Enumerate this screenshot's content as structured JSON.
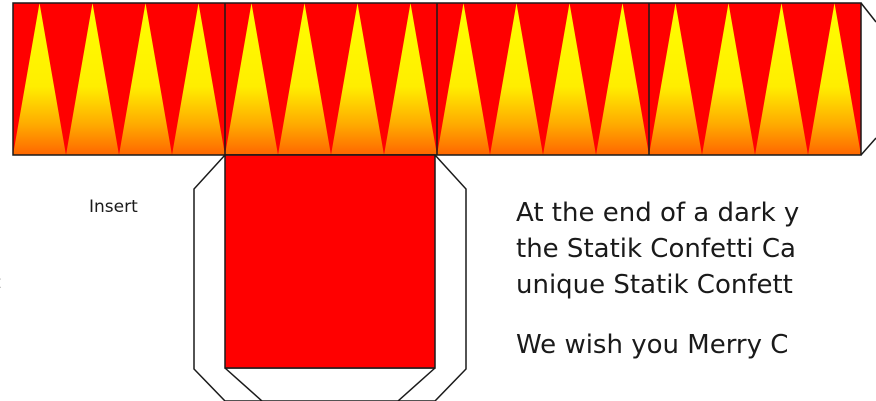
{
  "labels": {
    "insert": "Insert",
    "left_edge": "t"
  },
  "message": {
    "line1": "At the end of a dark y",
    "line2": "the Statik Confetti Ca",
    "line3": "unique Statik Confett",
    "line4": "We wish you Merry C"
  },
  "colors": {
    "red": "#ff0000",
    "yellow": "#ffff00",
    "orange": "#ff9900",
    "outline": "#1a1a1a",
    "background": "#ffffff"
  }
}
